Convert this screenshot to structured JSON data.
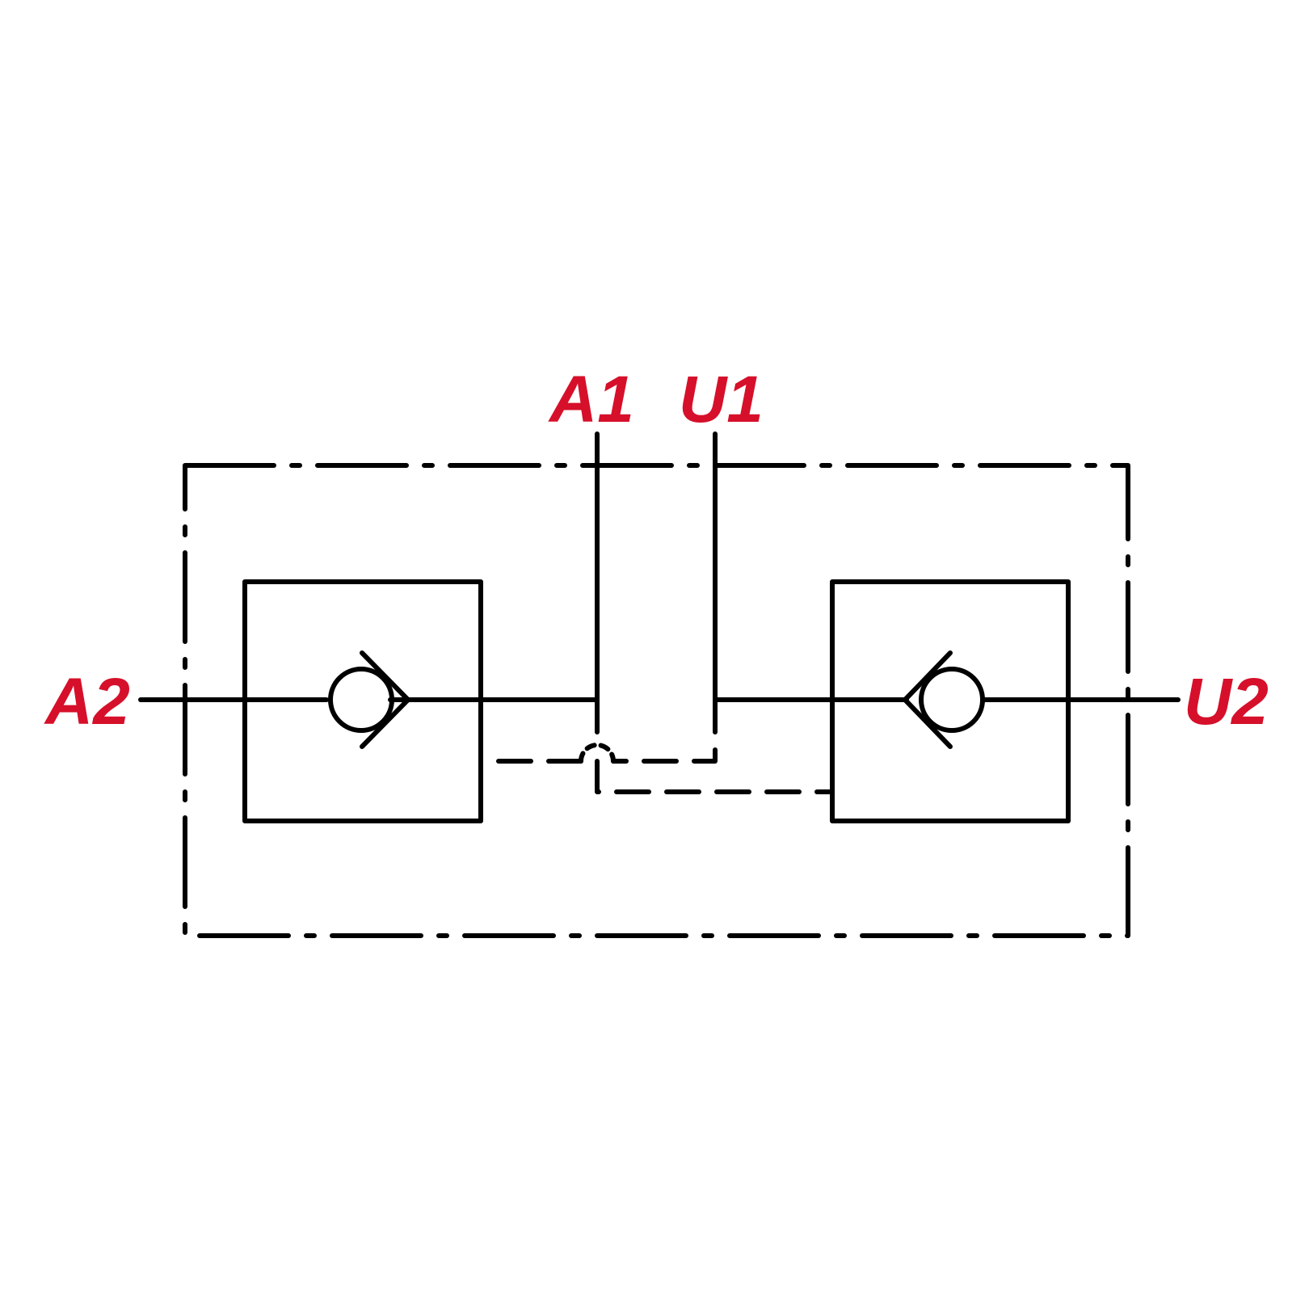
{
  "ports": {
    "a1": "A1",
    "u1": "U1",
    "a2": "A2",
    "u2": "U2"
  },
  "colors": {
    "label": "#d6102a",
    "line": "#000000",
    "background": "#ffffff"
  }
}
